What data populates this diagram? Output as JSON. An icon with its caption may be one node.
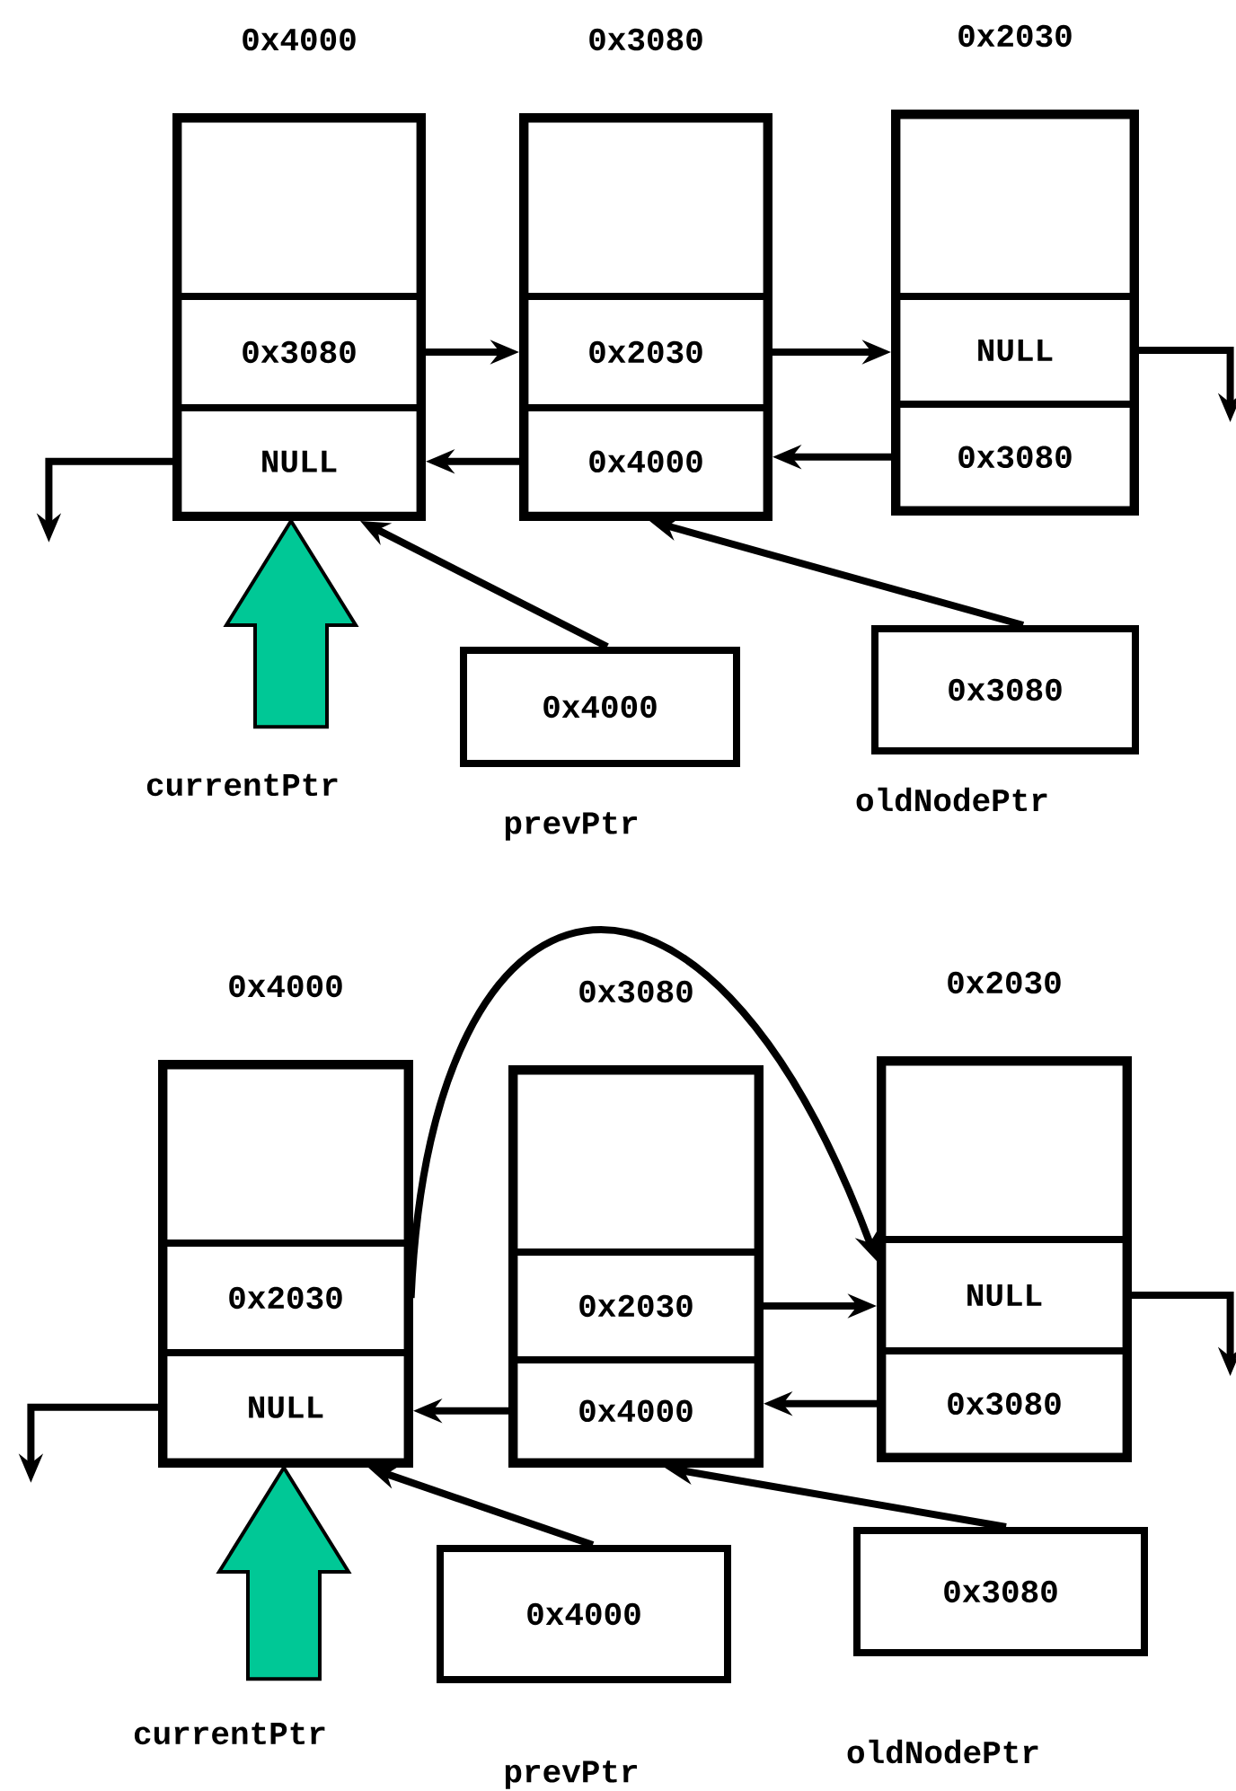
{
  "diagram": {
    "nodes": [
      {
        "text": [
          "0x4000"
        ]
      },
      {
        "text": [],
        "shape": "box",
        "in": 0
      },
      {
        "text": [
          "0x3080"
        ],
        "in": 0
      },
      {
        "text": [
          "NULL"
        ],
        "in": 0
      },
      {
        "text": [
          "0x3080"
        ]
      },
      {
        "text": [],
        "shape": "box",
        "in": 4
      },
      {
        "text": [
          "0x2030"
        ],
        "in": 4
      },
      {
        "text": [
          "0x4000"
        ],
        "in": 4
      },
      {
        "text": [
          "0x2030"
        ]
      },
      {
        "text": [],
        "shape": "box",
        "in": 8
      },
      {
        "text": [
          "NULL"
        ],
        "in": 8
      },
      {
        "text": [
          "0x3080"
        ],
        "in": 8
      },
      {
        "text": [
          "currentPtr"
        ]
      },
      {
        "text": [
          "0x4000"
        ],
        "beside": [
          "prevPtr"
        ]
      },
      {
        "text": [
          "0x3080"
        ],
        "beside": [
          "oldNodePtr"
        ]
      },
      {
        "text": [
          "0x4000"
        ]
      },
      {
        "text": [],
        "shape": "box",
        "in": 15
      },
      {
        "text": [
          "0x2030"
        ],
        "in": 15
      },
      {
        "text": [
          "NULL"
        ],
        "in": 15
      },
      {
        "text": [
          "0x3080"
        ]
      },
      {
        "text": [],
        "shape": "box",
        "in": 19
      },
      {
        "text": [
          "0x2030"
        ],
        "in": 19
      },
      {
        "text": [
          "0x4000"
        ],
        "in": 19
      },
      {
        "text": [
          "0x2030"
        ]
      },
      {
        "text": [],
        "shape": "box",
        "in": 23
      },
      {
        "text": [
          "NULL"
        ],
        "in": 23
      },
      {
        "text": [
          "0x3080"
        ],
        "in": 23
      },
      {
        "text": [
          "currentPtr"
        ]
      },
      {
        "text": [
          "0x4000"
        ],
        "beside": [
          "prevPtr"
        ]
      },
      {
        "text": [
          "0x3080"
        ],
        "beside": [
          "oldNodePtr"
        ]
      }
    ],
    "edges": [
      {
        "from": 2,
        "to": 4,
        "arrow": "to"
      },
      {
        "from": 6,
        "to": 8,
        "arrow": "to"
      },
      {
        "from": 7,
        "to": 0,
        "arrow": "to"
      },
      {
        "from": 11,
        "to": 4,
        "arrow": "to"
      },
      {
        "from": 3,
        "to": null,
        "arrow": "to"
      },
      {
        "from": 10,
        "to": null,
        "arrow": "to"
      },
      {
        "from": 12,
        "to": 0,
        "arrow": "to",
        "color": "#00c896"
      },
      {
        "from": 13,
        "to": 0,
        "arrow": "to"
      },
      {
        "from": 14,
        "to": 4,
        "arrow": "to"
      },
      {
        "from": 17,
        "to": 23,
        "arrow": "to"
      },
      {
        "from": 21,
        "to": 23,
        "arrow": "to"
      },
      {
        "from": 22,
        "to": 15,
        "arrow": "to"
      },
      {
        "from": 26,
        "to": 19,
        "arrow": "to"
      },
      {
        "from": 18,
        "to": null,
        "arrow": "to"
      },
      {
        "from": 25,
        "to": null,
        "arrow": "to"
      },
      {
        "from": 27,
        "to": 15,
        "arrow": "to",
        "color": "#00c896"
      },
      {
        "from": 28,
        "to": 15,
        "arrow": "to"
      },
      {
        "from": 29,
        "to": 19,
        "arrow": "to"
      }
    ]
  }
}
